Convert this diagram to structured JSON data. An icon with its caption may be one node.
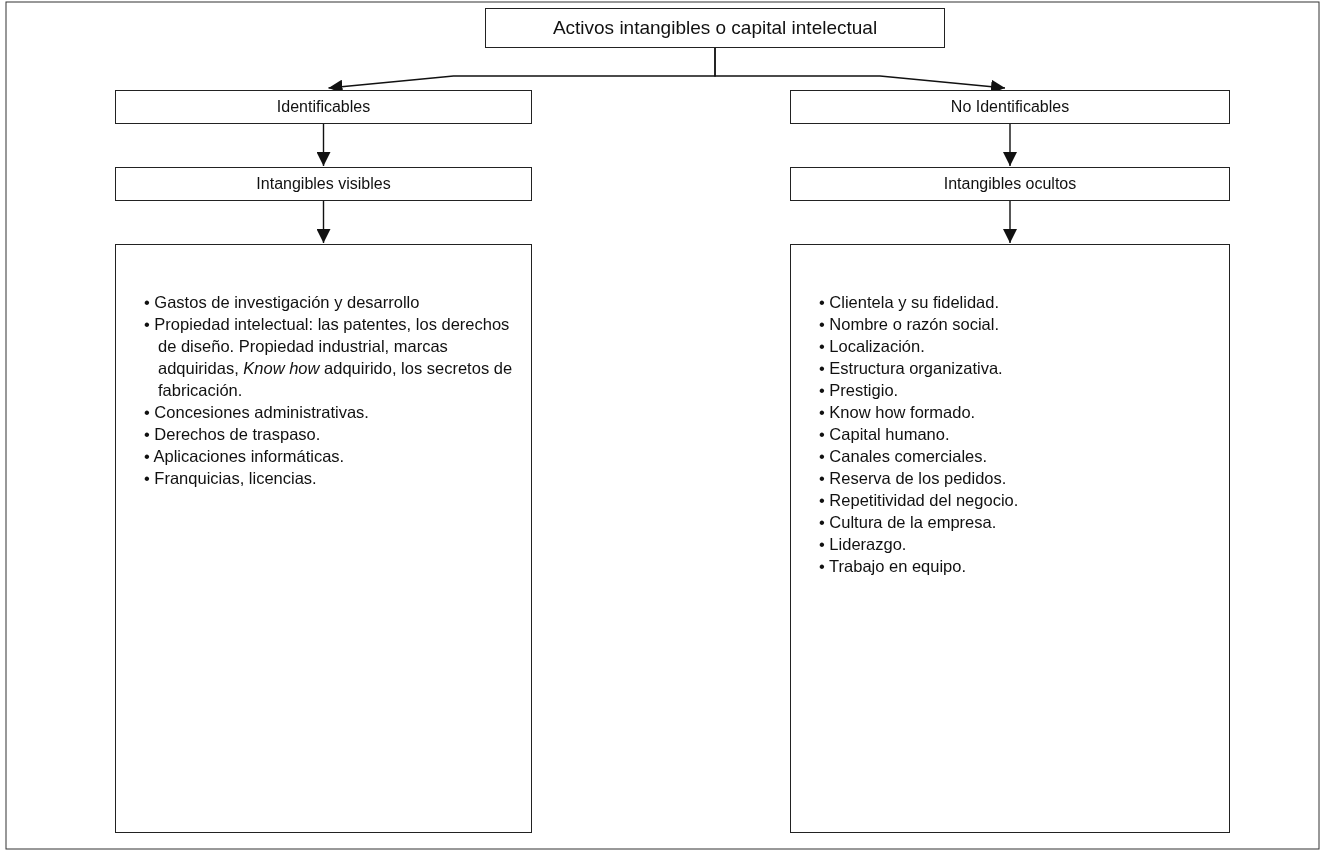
{
  "diagram": {
    "nodes": [
      {
        "text": [
          "Activos intangibles o capital intelectual"
        ]
      },
      {
        "text": [
          "Identificables"
        ]
      },
      {
        "text": [
          "No Identificables"
        ]
      },
      {
        "text": [
          "Intangibles visibles"
        ]
      },
      {
        "text": [
          "Intangibles ocultos"
        ]
      },
      {
        "text": [
          "• Gastos de investigación y desarrollo",
          "• Propiedad intelectual: las patentes, los derechos de diseño. Propiedad industrial, marcas adquiridas, *Know how* adquirido, los secretos de fabricación.",
          "• Concesiones administrativas.",
          "• Derechos de traspaso.",
          "• Aplicaciones informáticas.",
          "• Franquicias, licencias."
        ]
      },
      {
        "text": [
          "• Clientela y su fidelidad.",
          "• Nombre o razón social.",
          "• Localización.",
          "• Estructura organizativa.",
          "• Prestigio.",
          "• Know how formado.",
          "• Capital humano.",
          "• Canales comerciales.",
          "• Reserva de los pedidos.",
          "• Repetitividad del negocio.",
          "• Cultura de la empresa.",
          "• Liderazgo.",
          "• Trabajo en equipo."
        ]
      }
    ],
    "edges": [
      {
        "from": 0,
        "to": 1,
        "arrow": "to"
      },
      {
        "from": 0,
        "to": 2,
        "arrow": "to"
      },
      {
        "from": 1,
        "to": 3,
        "arrow": "to"
      },
      {
        "from": 2,
        "to": 4,
        "arrow": "to"
      },
      {
        "from": 3,
        "to": 5,
        "arrow": "to"
      },
      {
        "from": 4,
        "to": 6,
        "arrow": "to"
      }
    ]
  }
}
